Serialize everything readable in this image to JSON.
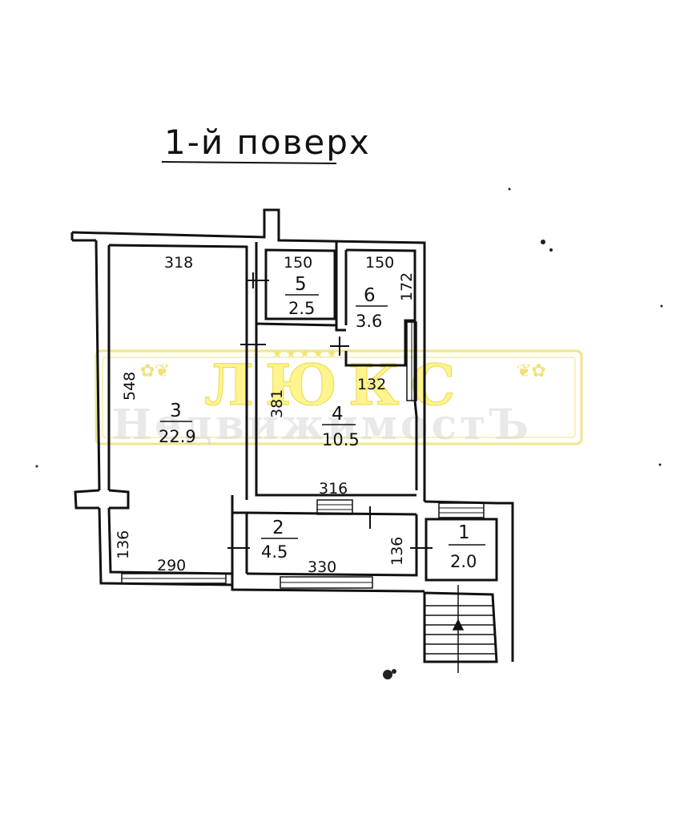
{
  "title": "1-й поверх",
  "watermark": {
    "line1": "ЛЮКС",
    "line2": "НедвижимостЪ"
  },
  "rooms": [
    {
      "id": "1",
      "number": "1",
      "area": "2.0"
    },
    {
      "id": "2",
      "number": "2",
      "area": "4.5"
    },
    {
      "id": "3",
      "number": "3",
      "area": "22.9"
    },
    {
      "id": "4",
      "number": "4",
      "area": "10.5"
    },
    {
      "id": "5",
      "number": "5",
      "area": "2.5"
    },
    {
      "id": "6",
      "number": "6",
      "area": "3.6"
    }
  ],
  "dimensions": {
    "room3_top": "318",
    "room3_side": "548",
    "room5_top": "150",
    "room6_top": "150",
    "room6_side": "172",
    "room4_side": "381",
    "room4_inner": "132",
    "room4_bottom": "316",
    "room2_left_side": "136",
    "room2_left_bottom": "290",
    "room2_bottom": "330",
    "room2_right_side": "136"
  }
}
